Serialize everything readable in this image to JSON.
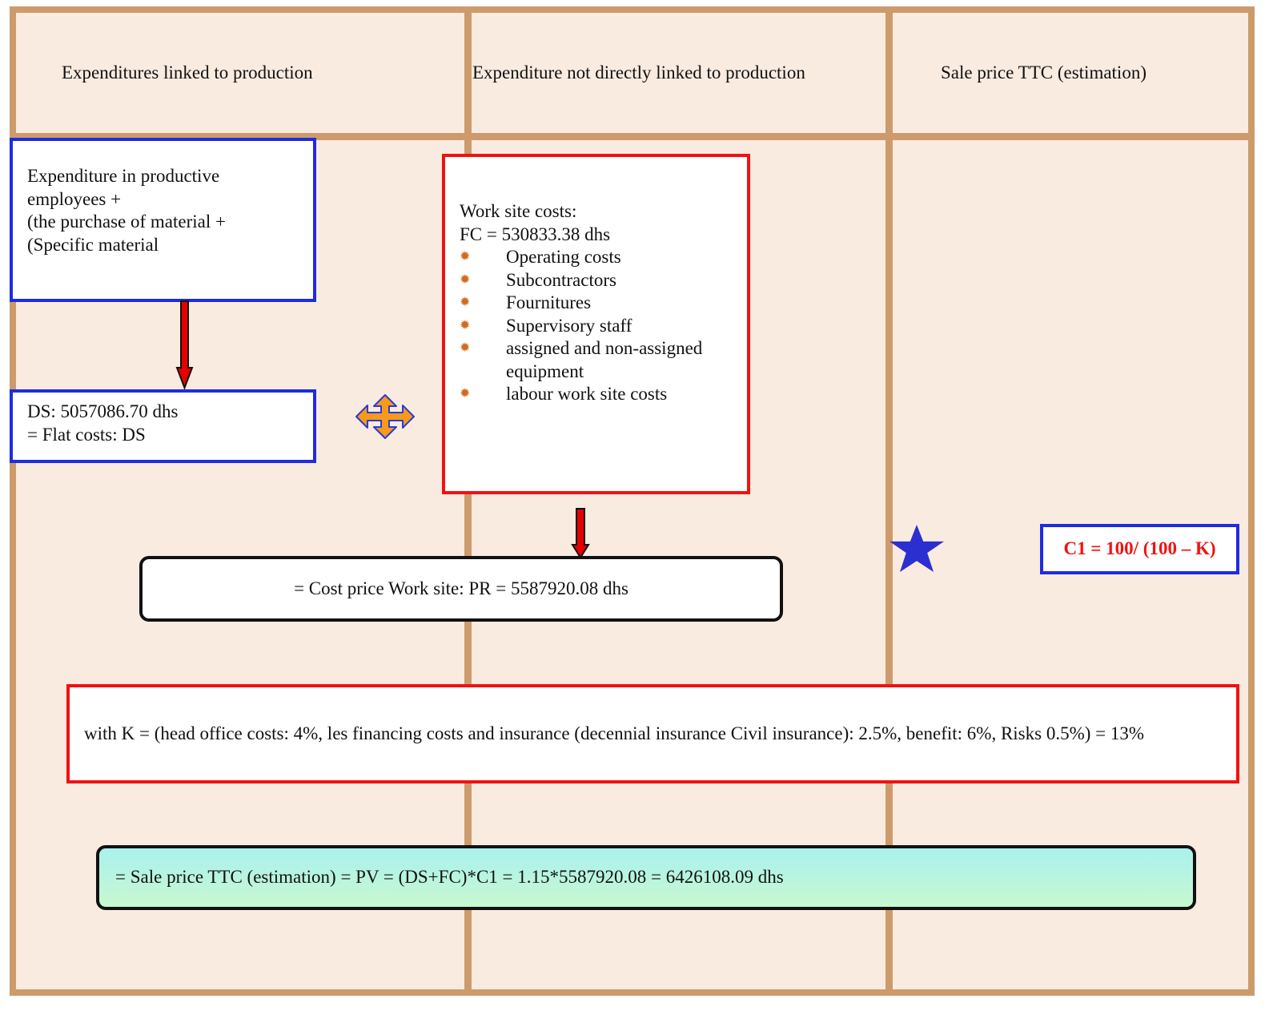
{
  "headers": {
    "col1": "Expenditures linked to production",
    "col2": "Expenditure not directly linked to production",
    "col3": "Sale price TTC (estimation)"
  },
  "expenditure_box": {
    "line1": "Expenditure in productive",
    "line2": "employees +",
    "line3": "(the purchase of material +",
    "line4": "(Specific material"
  },
  "ds_box": {
    "line1": "DS: 5057086.70 dhs",
    "line2": "= Flat costs: DS"
  },
  "worksite_box": {
    "title": "Work site costs:",
    "fc": "FC = 530833.38 dhs",
    "items": [
      "Operating costs",
      "Subcontractors",
      "Fournitures",
      "Supervisory staff",
      "assigned and non-assigned equipment",
      "labour work site costs"
    ]
  },
  "cost_price": "= Cost price Work site: PR = 5587920.08 dhs",
  "c1_formula": "C1 = 100/ (100 – K)",
  "k_definition": "with K = (head office costs: 4%, les financing costs and insurance (decennial insurance Civil insurance): 2.5%, benefit: 6%, Risks 0.5%) = 13%",
  "sale_price": "= Sale price TTC (estimation) = PV = (DS+FC)*C1 = 1.15*5587920.08 = 6426108.09 dhs",
  "colors": {
    "frame": "#cd9b6b",
    "background": "#f9ebe0",
    "blue_border": "#1f2be0",
    "red_border": "#f21111",
    "arrow": "#e50000",
    "star": "#2b2fd1",
    "move_icon": "#f59a1b"
  },
  "icons": [
    "down-arrow-icon",
    "move-arrows-icon",
    "star-icon",
    "bullet-icon"
  ]
}
